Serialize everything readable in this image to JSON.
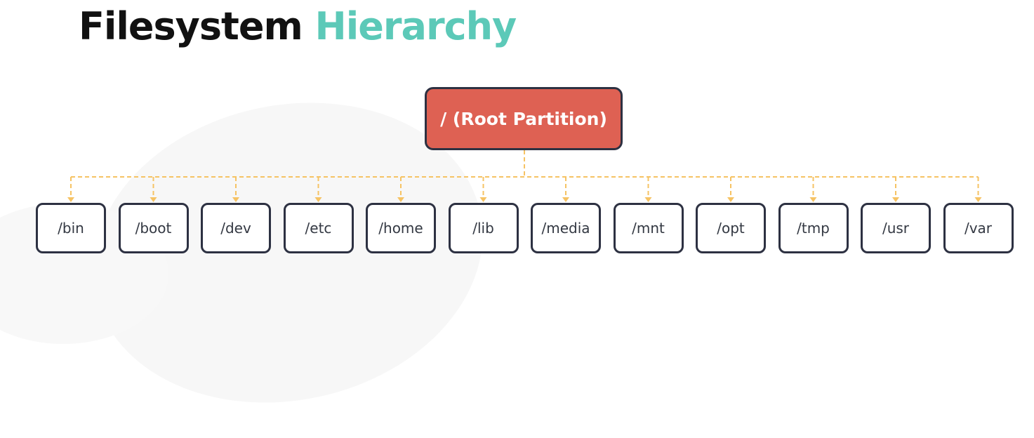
{
  "title": {
    "part1": "Filesystem",
    "part2": "Hierarchy"
  },
  "root": {
    "label": "/ (Root Partition)"
  },
  "directories": [
    "/bin",
    "/boot",
    "/dev",
    "/etc",
    "/home",
    "/lib",
    "/media",
    "/mnt",
    "/opt",
    "/tmp",
    "/usr",
    "/var"
  ],
  "colors": {
    "title_dark": "#111111",
    "title_accent": "#5cc9b8",
    "root_fill": "#de6153",
    "box_border": "#2d3142",
    "connector": "#f6c364"
  }
}
